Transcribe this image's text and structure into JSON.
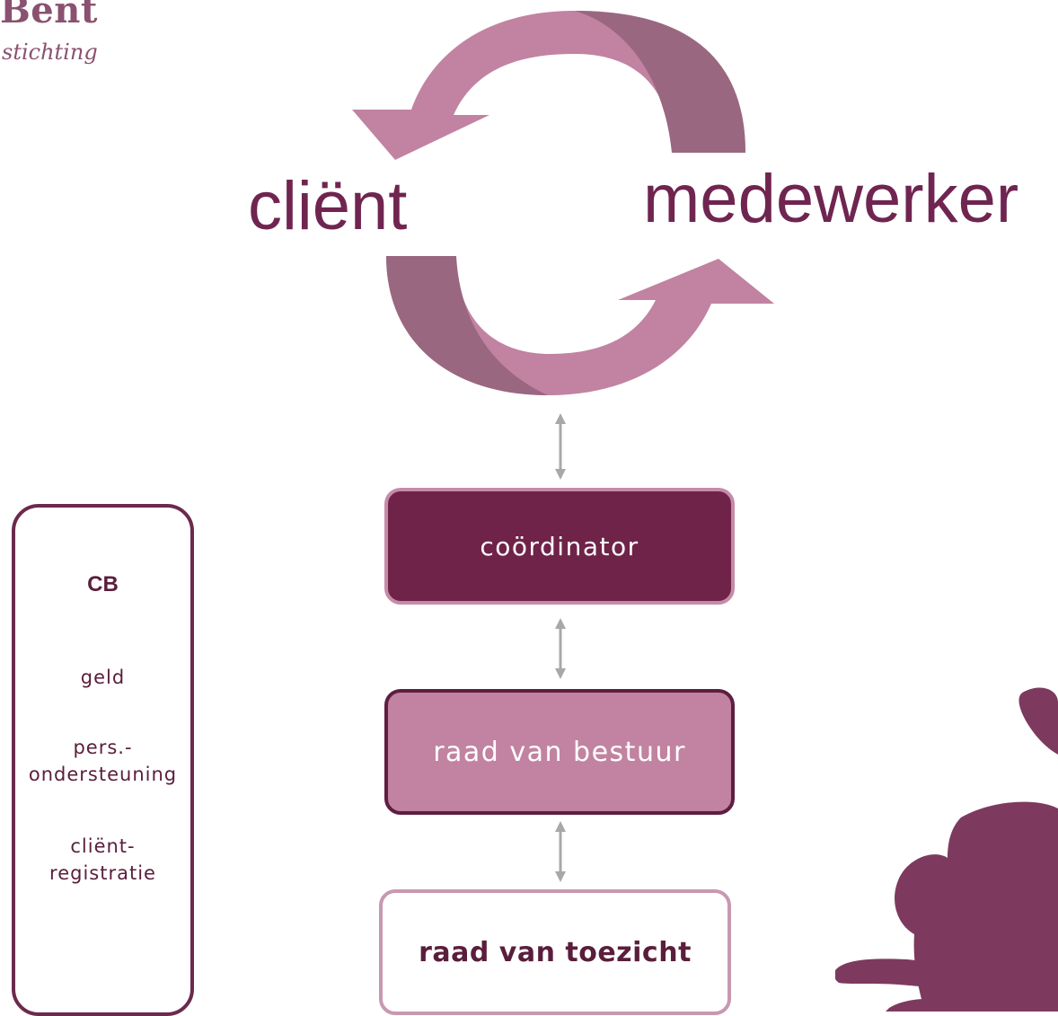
{
  "logo": {
    "name": "Bent",
    "subtitle": "stichting"
  },
  "cycle": {
    "left_word": "cliënt",
    "right_word": "medewerker",
    "colors": {
      "light": "#c183a1",
      "dark": "#9a6780",
      "text": "#6f2550"
    }
  },
  "org": {
    "coordinator": "coördinator",
    "raad_van_bestuur": "raad van bestuur",
    "raad_van_toezicht": "raad van toezicht",
    "colors": {
      "coordinator": "#6f2349",
      "rvb": "#c183a1",
      "rvt_border": "#c898b0",
      "arrow": "#a8a8a8"
    }
  },
  "cb": {
    "title": "CB",
    "items": [
      {
        "lines": [
          "geld"
        ]
      },
      {
        "lines": [
          "pers.-",
          "ondersteuning"
        ]
      },
      {
        "lines": [
          "cliënt-",
          "registratie"
        ]
      }
    ]
  },
  "mascot": {
    "icon": "mascot-silhouette-icon",
    "color": "#7d3a5e"
  }
}
